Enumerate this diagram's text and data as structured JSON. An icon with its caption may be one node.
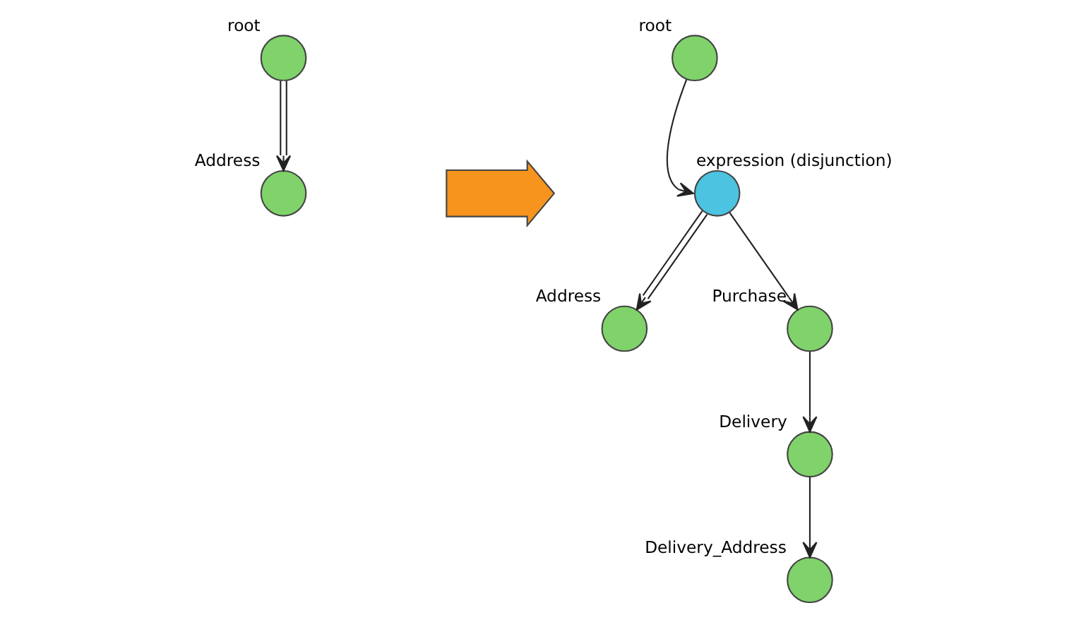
{
  "diagram": {
    "nodes": [
      {
        "text": [],
        "shape": "circle",
        "beside": [
          "root"
        ]
      },
      {
        "text": [],
        "shape": "circle",
        "beside": [
          "Address"
        ]
      },
      {
        "text": [],
        "shape": "arrow"
      },
      {
        "text": [],
        "shape": "circle",
        "beside": [
          "root"
        ]
      },
      {
        "text": [],
        "shape": "circle",
        "beside": [
          "expression (disjunction)"
        ]
      },
      {
        "text": [],
        "shape": "circle",
        "beside": [
          "Address"
        ]
      },
      {
        "text": [],
        "shape": "circle",
        "beside": [
          "Purchase"
        ]
      },
      {
        "text": [],
        "shape": "circle",
        "beside": [
          "Delivery"
        ]
      },
      {
        "text": [],
        "shape": "circle",
        "beside": [
          "Delivery_Address"
        ]
      }
    ],
    "edges": [
      {
        "from": 0,
        "to": 1,
        "arrow": "to"
      },
      {
        "from": 3,
        "to": 4,
        "arrow": "to"
      },
      {
        "from": 4,
        "to": 5,
        "arrow": "to"
      },
      {
        "from": 4,
        "to": 6,
        "arrow": "to"
      },
      {
        "from": 6,
        "to": 7,
        "arrow": "to"
      },
      {
        "from": 7,
        "to": 8,
        "arrow": "to"
      }
    ]
  }
}
